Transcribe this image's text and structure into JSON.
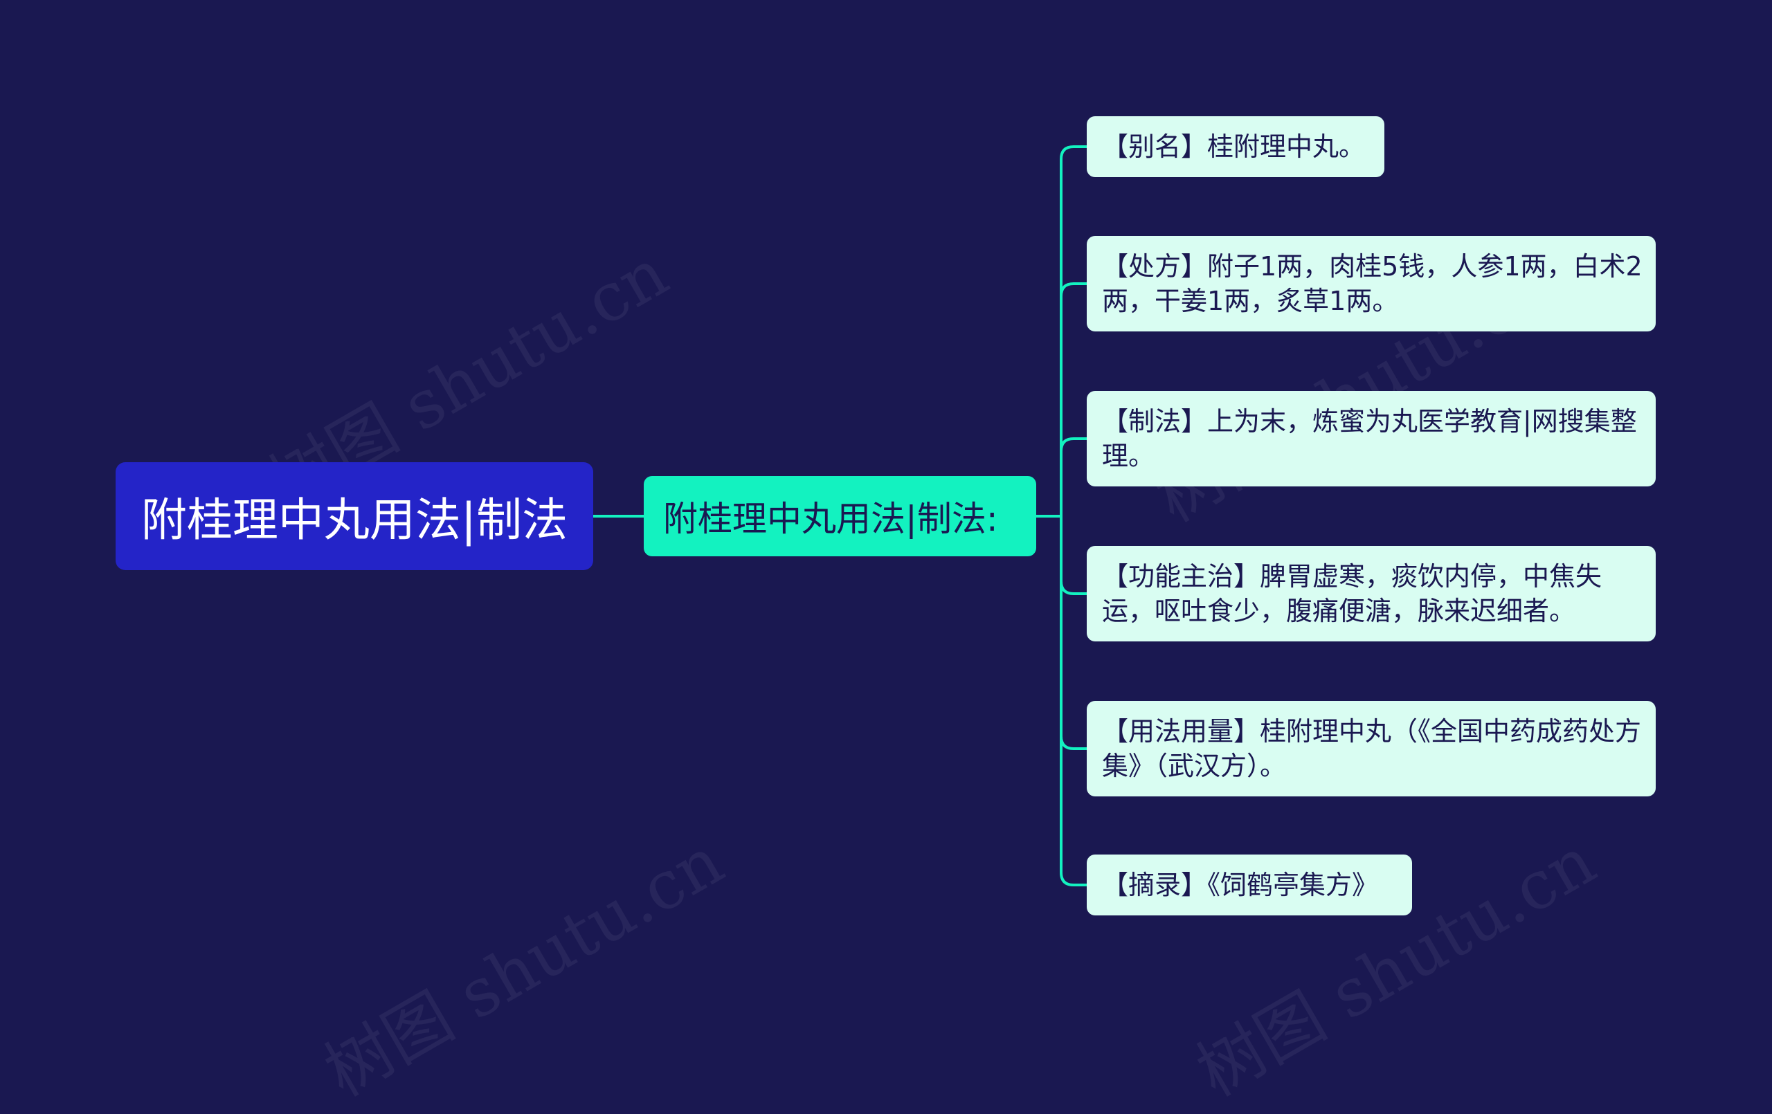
{
  "root": {
    "label": "附桂理中丸用法|制法"
  },
  "branch": {
    "label": "附桂理中丸用法|制法:"
  },
  "leaves": [
    {
      "text": "【别名】桂附理中丸。"
    },
    {
      "text": "【处方】附子1两，肉桂5钱，人参1两，白术2两，干姜1两，炙草1两。"
    },
    {
      "text": "【制法】上为末，炼蜜为丸医学教育|网搜集整理。"
    },
    {
      "text": "【功能主治】脾胃虚寒，痰饮内停，中焦失运，呕吐食少，腹痛便溏，脉来迟细者。"
    },
    {
      "text": "【用法用量】桂附理中丸（《全国中药成药处方集》（武汉方）。"
    },
    {
      "text": "【摘录】《饲鹤亭集方》"
    }
  ],
  "watermark": {
    "text": "树图 shutu.cn"
  },
  "colors": {
    "background": "#1a1851",
    "root": "#2424c8",
    "branch": "#13f2c0",
    "leaf": "#d9fdf2",
    "connector": "#13f2c0"
  }
}
